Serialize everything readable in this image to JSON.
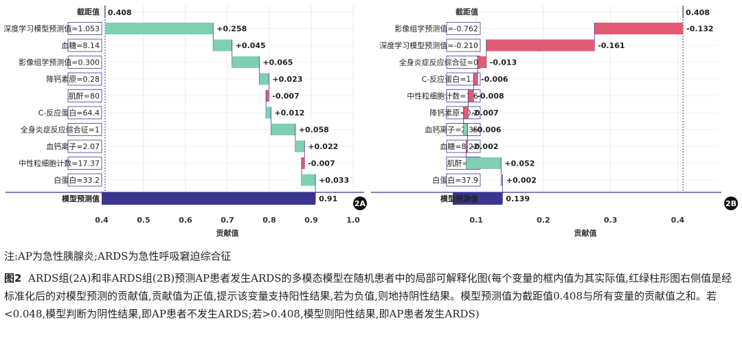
{
  "colors": {
    "positive": "#7fcfb3",
    "negative": "#e15b73",
    "model": "#3b3590",
    "axis": "#3b3590",
    "grid": "#e9e9ee"
  },
  "figure_note": "注:AP为急性胰腺炎;ARDS为急性呼吸窘迫综合征",
  "caption": {
    "label": "图2",
    "text": "ARDS组(2A)和非ARDS组(2B)预测AP患者发生ARDS的多模态模型在随机患者中的局部可解释化图(每个变量的框内值为其实际值,红绿柱形图右侧值是经标准化后的对模型预测的贡献值,贡献值为正值,提示该变量支持阳性结果,若为负值,则地持阴性结果。模型预测值为截距值0.408与所有变量的贡献值之和。若<0.048,模型判断为阴性结果,即AP患者不发生ARDS;若>0.408,模型则阳性结果,即AP患者发生ARDS)"
  },
  "chart_data": [
    {
      "type": "bar",
      "panel": "2A",
      "xlabel": "贡献值",
      "xlim": [
        0.4,
        1.0
      ],
      "xticks": [
        "0.4",
        "0.5",
        "0.6",
        "0.7",
        "0.8",
        "0.9",
        "1.0"
      ],
      "intercept_label": "截距值",
      "intercept": 0.408,
      "intercept_text": "0.408",
      "rows": [
        {
          "label": "深度学习模型预测值=1.053",
          "value": 0.258,
          "text": "+0.258"
        },
        {
          "label": "血糖=8.14",
          "value": 0.045,
          "text": "+0.045"
        },
        {
          "label": "影像组学预测值=0.300",
          "value": 0.065,
          "text": "+0.065"
        },
        {
          "label": "降钙素原=0.28",
          "value": 0.023,
          "text": "+0.023"
        },
        {
          "label": "肌酐=80",
          "value": -0.007,
          "text": "-0.007"
        },
        {
          "label": "C-反应蛋白=64.4",
          "value": 0.012,
          "text": "+0.012"
        },
        {
          "label": "全身炎症反应综合征=1",
          "value": 0.058,
          "text": "+0.058"
        },
        {
          "label": "血钙离子=2.07",
          "value": 0.022,
          "text": "+0.022"
        },
        {
          "label": "中性粒细胞计数=17.37",
          "value": -0.007,
          "text": "-0.007"
        },
        {
          "label": "白蛋白=33.2",
          "value": 0.033,
          "text": "+0.033"
        }
      ],
      "prediction_label": "模型预测值",
      "prediction": 0.91,
      "prediction_text": "0.91"
    },
    {
      "type": "bar",
      "panel": "2B",
      "xlabel": "贡献值",
      "xlim": [
        0.065,
        0.46
      ],
      "xticks": [
        "0.1",
        "0.2",
        "0.3",
        "0.4"
      ],
      "intercept_label": "截距值",
      "intercept": 0.408,
      "intercept_text": "0.408",
      "rows": [
        {
          "label": "影像组学预测值=-0.762",
          "value": -0.132,
          "text": "-0.132"
        },
        {
          "label": "深度学习模型预测值=-0.210",
          "value": -0.161,
          "text": "-0.161"
        },
        {
          "label": "全身炎症反应综合征=0",
          "value": -0.013,
          "text": "-0.013"
        },
        {
          "label": "C-反应蛋白=1.9",
          "value": -0.006,
          "text": "-0.006"
        },
        {
          "label": "中性粒细胞计数=7.6",
          "value": -0.008,
          "text": "-0.008"
        },
        {
          "label": "降钙素原=0.2",
          "value": -0.007,
          "text": "-0.007"
        },
        {
          "label": "血钙离子=2.35",
          "value": 0.006,
          "text": "+0.006"
        },
        {
          "label": "血糖=8.22",
          "value": -0.002,
          "text": "-0.002"
        },
        {
          "label": "肌酐=74",
          "value": 0.052,
          "text": "+0.052"
        },
        {
          "label": "白蛋白=37.9",
          "value": 0.002,
          "text": "+0.002"
        }
      ],
      "prediction_label": "模型预测值",
      "prediction": 0.139,
      "prediction_text": "0.139"
    }
  ]
}
